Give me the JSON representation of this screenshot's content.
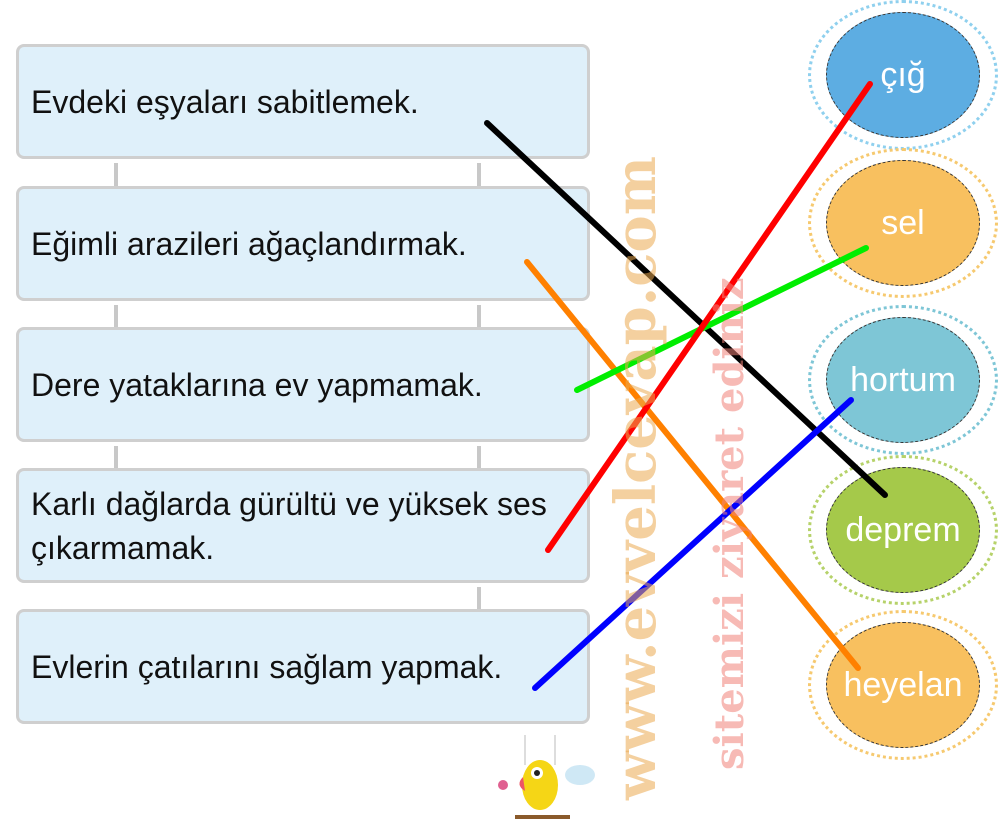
{
  "statements": [
    "Evdeki eşyaları sabitlemek.",
    "Eğimli arazileri ağaçlandırmak.",
    "Dere yataklarına ev yapmamak.",
    "Karlı dağlarda gürültü ve yüksek ses çıkarmamak.",
    "Evlerin çatılarını sağlam yapmak."
  ],
  "disasters": [
    {
      "label": "çığ",
      "color": "#5dade2",
      "border": "#8fd0ee"
    },
    {
      "label": "sel",
      "color": "#f8c05f",
      "border": "#f6c96f"
    },
    {
      "label": "hortum",
      "color": "#7ec6d6",
      "border": "#7ec6d6"
    },
    {
      "label": "deprem",
      "color": "#a5c94a",
      "border": "#b6d26a"
    },
    {
      "label": "heyelan",
      "color": "#f8c05f",
      "border": "#f6c96f"
    }
  ],
  "matches": [
    {
      "from": "Evdeki eşyaları sabitlemek.",
      "to": "deprem",
      "color": "#000000"
    },
    {
      "from": "Eğimli arazileri ağaçlandırmak.",
      "to": "heyelan",
      "color": "#ff8000"
    },
    {
      "from": "Dere yataklarına ev yapmamak.",
      "to": "sel",
      "color": "#00ee00"
    },
    {
      "from": "Karlı dağlarda gürültü ve yüksek ses çıkarmamak.",
      "to": "çığ",
      "color": "#ff0000"
    },
    {
      "from": "Evlerin çatılarını sağlam yapmak.",
      "to": "hortum",
      "color": "#0000ff"
    }
  ],
  "watermark": {
    "line1": "www.evvelcevap.com",
    "line2": "sitemizi ziyaret ediniz"
  }
}
